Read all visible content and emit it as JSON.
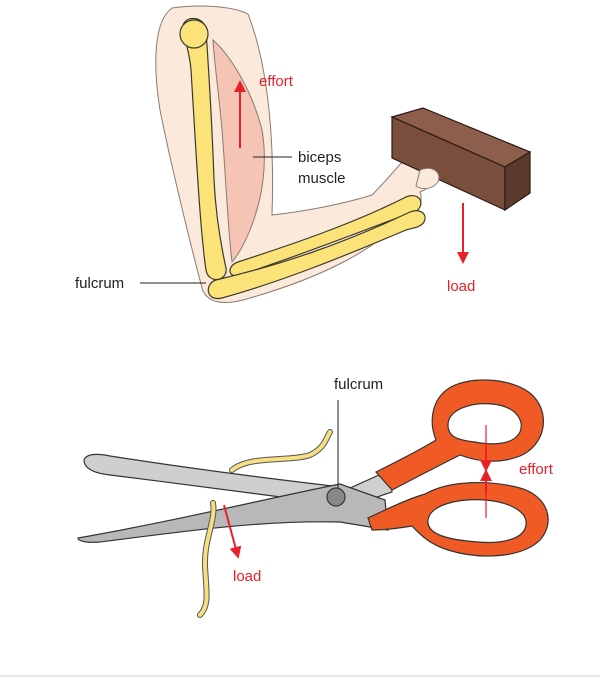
{
  "colors": {
    "skin": "#fbe9dc",
    "skin_outline": "#8a7a70",
    "bone": "#fbe37a",
    "bone_outline": "#3a3a2a",
    "muscle": "#f5c4b4",
    "block_top": "#8e5e4d",
    "block_front": "#7a4e3d",
    "block_side": "#5c3a2e",
    "blade": "#cfcfcf",
    "handle": "#f05a24",
    "pivot": "#888888",
    "thread": "#f6de82",
    "arrow_red": "#e8202a",
    "text_dark": "#222222"
  },
  "arm_diagram": {
    "effort_label": "effort",
    "biceps_label_line1": "biceps",
    "biceps_label_line2": "muscle",
    "fulcrum_label": "fulcrum",
    "load_label": "load"
  },
  "scissors_diagram": {
    "fulcrum_label": "fulcrum",
    "effort_label": "effort",
    "load_label": "load"
  }
}
